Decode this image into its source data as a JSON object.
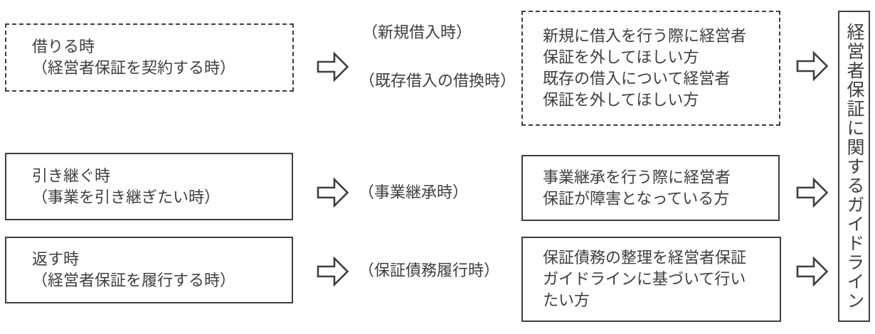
{
  "colors": {
    "ink": "#3e3e3e",
    "background": "#ffffff"
  },
  "rows": [
    {
      "left_box": {
        "style": "dashed",
        "lines": [
          "借りる時",
          "（経営者保証を契約する時）"
        ]
      },
      "middle_labels": [
        "（新規借入時）",
        "（既存借入の借換時）"
      ],
      "right_box": {
        "style": "dashed",
        "lines": [
          "新規に借入を行う際に経営者",
          "保証を外してほしい方",
          "既存の借入について経営者",
          "保証を外してほしい方"
        ]
      }
    },
    {
      "left_box": {
        "style": "solid",
        "lines": [
          "引き継ぐ時",
          "（事業を引き継ぎたい時）"
        ]
      },
      "middle_labels": [
        "（事業継承時）"
      ],
      "right_box": {
        "style": "solid",
        "lines": [
          "事業継承を行う際に経営者",
          "保証が障害となっている方"
        ]
      }
    },
    {
      "left_box": {
        "style": "solid",
        "lines": [
          "返す時",
          "（経営者保証を履行する時）"
        ]
      },
      "middle_labels": [
        "（保証債務履行時）"
      ],
      "right_box": {
        "style": "solid",
        "lines": [
          "保証債務の整理を経営者保証",
          "ガイドラインに基づいて行い",
          "たい方"
        ]
      }
    }
  ],
  "result_box": {
    "text": "経営者保証に関するガイドライン"
  }
}
